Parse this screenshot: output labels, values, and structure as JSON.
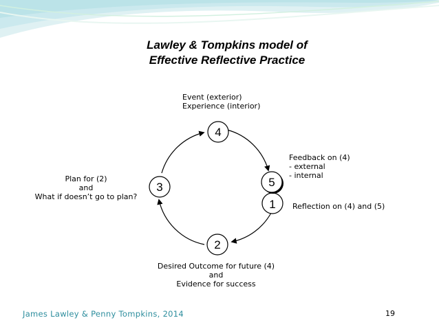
{
  "slide": {
    "title_line1": "Lawley & Tompkins model of",
    "title_line2": "Effective Reflective Practice",
    "footer": "James Lawley & Penny Tompkins, 2014",
    "page_number": "19",
    "accent_color": "#2e8e9e"
  },
  "nodes": {
    "n1": "1",
    "n2": "2",
    "n3": "3",
    "n4": "4",
    "n5": "5"
  },
  "labels": {
    "event_line1": "Event (exterior)",
    "event_line2": "Experience (interior)",
    "feedback_line1": "Feedback on (4)",
    "feedback_line2": "- external",
    "feedback_line3": "- internal",
    "reflection": "Reflection on (4) and (5)",
    "plan_line1": "Plan for (2)",
    "plan_line2": "and",
    "plan_line3": "What if doesn’t go to plan?",
    "outcome_line1": "Desired Outcome for future (4)",
    "outcome_line2": "and",
    "outcome_line3": "Evidence for success"
  }
}
